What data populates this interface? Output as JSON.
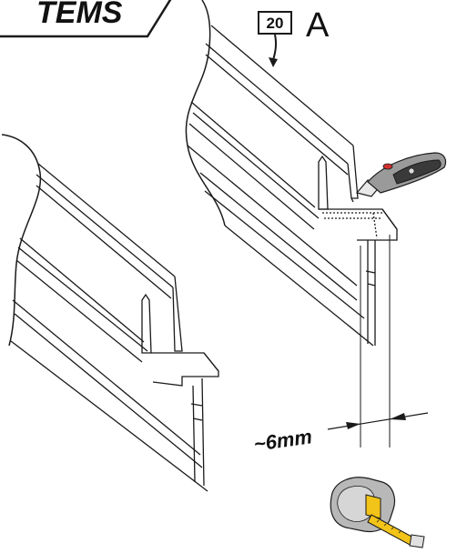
{
  "header_banner": {
    "text": "TEMS"
  },
  "step": {
    "number": "20",
    "letter": "A"
  },
  "measurement": {
    "label": "~6mm"
  },
  "icons": {
    "knife": "utility-knife-icon",
    "tape": "tape-measure-icon",
    "arrow": "down-arrow-icon"
  },
  "colors": {
    "line": "#1a1a1a",
    "knife_body": "#9a9a9a",
    "knife_grip": "#3a3a3a",
    "knife_accent": "#d03030",
    "tape_case": "#b8b8b8",
    "tape_band": "#f2c318"
  }
}
